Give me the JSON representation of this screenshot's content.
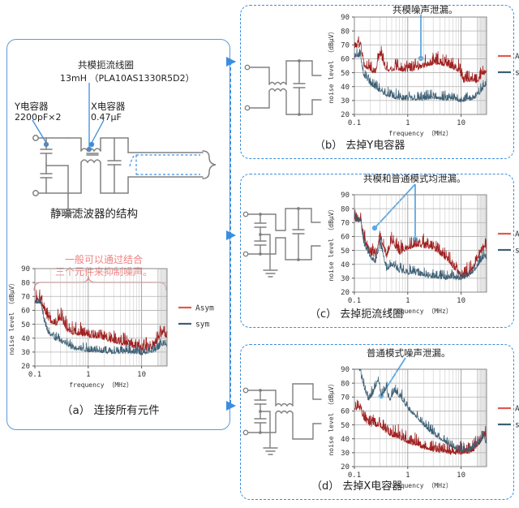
{
  "colors": {
    "asym": "#a01f1f",
    "sym": "#3d5f74",
    "accent_blue": "#3b8ddd",
    "box_blue": "#5a9bdc",
    "annotation_red": "#f08080",
    "grid": "#b8b8b8",
    "circuit": "#808080"
  },
  "main_panel": {
    "choke_label": "共模扼流线圈",
    "choke_value": "13mH （PLA10AS1330R5D2）",
    "ycap_label": "Y电容器",
    "ycap_value": "2200pF×2",
    "xcap_label": "X电容器",
    "xcap_value": "0.47μF",
    "structure_caption": "静噪滤波器的结构",
    "annotation_line1": "一般可以通过结合",
    "annotation_line2": "三个元件来抑制噪声。"
  },
  "panels": [
    {
      "id": "a",
      "caption": "（a） 连接所有元件",
      "annotation": ""
    },
    {
      "id": "b",
      "caption": "（b） 去掉Y电容器",
      "annotation": "共模噪声泄漏。"
    },
    {
      "id": "c",
      "caption": "（c） 去掉扼流线圈",
      "annotation": "共模和普通模式均泄漏。"
    },
    {
      "id": "d",
      "caption": "（d） 去掉X电容器",
      "annotation": "普通模式噪声泄漏。"
    }
  ],
  "chart_data": [
    {
      "id": "a",
      "type": "line",
      "title": "（a） 连接所有元件",
      "xlabel": "frequency （MHz）",
      "ylabel": "noise level （dBμV）",
      "xscale": "log",
      "xlim": [
        0.1,
        30
      ],
      "ylim": [
        20,
        90
      ],
      "yticks": [
        20,
        30,
        40,
        50,
        60,
        70,
        80,
        90
      ],
      "xticks": [
        0.1,
        1,
        10
      ],
      "xticklabels": [
        "0.1",
        "1",
        "10"
      ],
      "grid": true,
      "legend": [
        "Asym",
        "sym"
      ],
      "legend_position": "right",
      "series": [
        {
          "name": "Asym",
          "color": "#a01f1f",
          "x": [
            0.13,
            0.15,
            0.17,
            0.2,
            0.25,
            0.3,
            0.4,
            0.5,
            0.7,
            1.0,
            1.5,
            2.0,
            3.0,
            5.0,
            7.0,
            10.0,
            15.0,
            20.0,
            25.0,
            30.0
          ],
          "values": [
            66,
            60,
            55,
            52,
            50,
            55,
            46,
            44,
            43,
            42,
            41,
            40,
            38,
            36,
            34,
            32,
            33,
            38,
            44,
            41
          ]
        },
        {
          "name": "sym",
          "color": "#3d5f74",
          "x": [
            0.13,
            0.15,
            0.17,
            0.2,
            0.25,
            0.3,
            0.4,
            0.5,
            0.7,
            1.0,
            1.5,
            2.0,
            3.0,
            5.0,
            7.0,
            10.0,
            15.0,
            20.0,
            25.0,
            30.0
          ],
          "values": [
            66,
            52,
            45,
            42,
            39,
            38,
            35,
            33,
            32,
            31,
            31,
            30,
            30,
            30,
            30,
            29,
            30,
            32,
            36,
            35
          ]
        }
      ]
    },
    {
      "id": "b",
      "type": "line",
      "title": "（b） 去掉Y电容器",
      "xlabel": "frequency （MHz）",
      "ylabel": "noise level （dBμV）",
      "xscale": "log",
      "xlim": [
        0.1,
        30
      ],
      "ylim": [
        20,
        90
      ],
      "yticks": [
        20,
        30,
        40,
        50,
        60,
        70,
        80,
        90
      ],
      "xticks": [
        0.1,
        1,
        10
      ],
      "xticklabels": [
        "0.1",
        "1",
        "10"
      ],
      "grid": true,
      "legend": [
        "Asym",
        "sym"
      ],
      "legend_position": "right",
      "annotation": {
        "text": "共模噪声泄漏。",
        "x": 3.8,
        "y": 60
      },
      "series": [
        {
          "name": "Asym",
          "color": "#a01f1f",
          "x": [
            0.13,
            0.15,
            0.2,
            0.25,
            0.3,
            0.4,
            0.6,
            0.8,
            1.0,
            1.5,
            2.0,
            3.0,
            4.0,
            5.0,
            7.0,
            9.0,
            11.0,
            15.0,
            20.0,
            25.0,
            30.0
          ],
          "values": [
            69,
            56,
            52,
            51,
            64,
            52,
            53,
            52,
            52,
            53,
            55,
            57,
            57,
            56,
            54,
            52,
            44,
            45,
            44,
            48,
            52
          ]
        },
        {
          "name": "sym",
          "color": "#3d5f74",
          "x": [
            0.13,
            0.15,
            0.2,
            0.25,
            0.3,
            0.4,
            0.6,
            0.8,
            1.0,
            1.5,
            2.0,
            3.0,
            5.0,
            7.0,
            10.0,
            15.0,
            20.0,
            25.0,
            30.0
          ],
          "values": [
            62,
            48,
            42,
            39,
            37,
            34,
            32,
            31,
            31,
            31,
            31,
            32,
            31,
            31,
            30,
            31,
            33,
            38,
            43
          ]
        }
      ]
    },
    {
      "id": "c",
      "type": "line",
      "title": "（c） 去掉扼流线圈",
      "xlabel": "frequency （MHz）",
      "ylabel": "noise level （dBμV）",
      "xscale": "log",
      "xlim": [
        0.1,
        30
      ],
      "ylim": [
        20,
        90
      ],
      "yticks": [
        20,
        30,
        40,
        50,
        60,
        70,
        80,
        90
      ],
      "xticks": [
        0.1,
        1,
        10
      ],
      "xticklabels": [
        "0.1",
        "1",
        "10"
      ],
      "grid": true,
      "legend": [
        "Asym",
        "sym"
      ],
      "legend_position": "right",
      "annotation": {
        "text": "共模和普通模式均泄漏。",
        "points": [
          [
            0.3,
            66
          ],
          [
            1.9,
            55
          ]
        ]
      },
      "series": [
        {
          "name": "Asym",
          "color": "#a01f1f",
          "x": [
            0.13,
            0.15,
            0.2,
            0.25,
            0.3,
            0.4,
            0.5,
            0.7,
            1.0,
            1.5,
            2.0,
            3.0,
            4.0,
            6.0,
            8.0,
            10.0,
            14.0,
            18.0,
            23.0,
            28.0,
            30.0
          ],
          "values": [
            72,
            58,
            48,
            45,
            61,
            46,
            57,
            48,
            52,
            54,
            53,
            52,
            48,
            42,
            36,
            32,
            33,
            40,
            48,
            53,
            50
          ]
        },
        {
          "name": "sym",
          "color": "#3d5f74",
          "x": [
            0.13,
            0.15,
            0.2,
            0.25,
            0.3,
            0.4,
            0.5,
            0.7,
            1.0,
            1.5,
            2.0,
            3.0,
            5.0,
            8.0,
            10.0,
            14.0,
            18.0,
            23.0,
            28.0,
            30.0
          ],
          "values": [
            72,
            55,
            45,
            42,
            55,
            36,
            40,
            35,
            34,
            33,
            32,
            31,
            30,
            30,
            30,
            32,
            36,
            42,
            46,
            44
          ]
        }
      ]
    },
    {
      "id": "d",
      "type": "line",
      "title": "（d） 去掉X电容器",
      "xlabel": "frequency （MHz）",
      "ylabel": "noise level （dBμV）",
      "xscale": "log",
      "xlim": [
        0.1,
        30
      ],
      "ylim": [
        20,
        90
      ],
      "yticks": [
        20,
        30,
        40,
        50,
        60,
        70,
        80,
        90
      ],
      "xticks": [
        0.1,
        1,
        10
      ],
      "xticklabels": [
        "0.1",
        "1",
        "10"
      ],
      "grid": true,
      "legend": [
        "Asym",
        "sym"
      ],
      "legend_position": "right",
      "annotation": {
        "text": "普通模式噪声泄漏。",
        "x": 0.6,
        "y": 71
      },
      "series": [
        {
          "name": "Asym",
          "color": "#a01f1f",
          "x": [
            0.13,
            0.15,
            0.2,
            0.3,
            0.4,
            0.5,
            0.7,
            1.0,
            1.5,
            2.0,
            3.0,
            5.0,
            7.0,
            10.0,
            14.0,
            18.0,
            23.0,
            27.0,
            30.0
          ],
          "values": [
            62,
            54,
            50,
            50,
            45,
            43,
            41,
            38,
            36,
            34,
            32,
            31,
            30,
            30,
            31,
            33,
            38,
            44,
            40
          ]
        },
        {
          "name": "sym",
          "color": "#3d5f74",
          "x": [
            0.12,
            0.15,
            0.18,
            0.22,
            0.28,
            0.32,
            0.4,
            0.45,
            0.55,
            0.65,
            0.8,
            1.0,
            1.3,
            1.8,
            2.5,
            3.5,
            5.0,
            7.0,
            10.0,
            14.0,
            18.0,
            23.0,
            27.0,
            30.0
          ],
          "values": [
            92,
            78,
            68,
            72,
            83,
            70,
            77,
            66,
            74,
            72,
            68,
            62,
            58,
            52,
            46,
            42,
            38,
            34,
            31,
            32,
            34,
            38,
            42,
            36
          ]
        }
      ]
    }
  ],
  "axis": {
    "ylabel": "noise level （dBμV）",
    "xlabel": "frequency （MHz）",
    "yticks": [
      "90",
      "80",
      "70",
      "60",
      "50",
      "40",
      "30",
      "20"
    ],
    "xticks": [
      "0.1",
      "1",
      "10"
    ],
    "legend_asym": "Asym",
    "legend_sym": "sym"
  },
  "circuit": {
    "terminal_icon": "open-terminal-circle",
    "ground_icon": "ground-symbol",
    "choke_icon": "common-mode-choke-coil",
    "cap_icon": "capacitor"
  }
}
